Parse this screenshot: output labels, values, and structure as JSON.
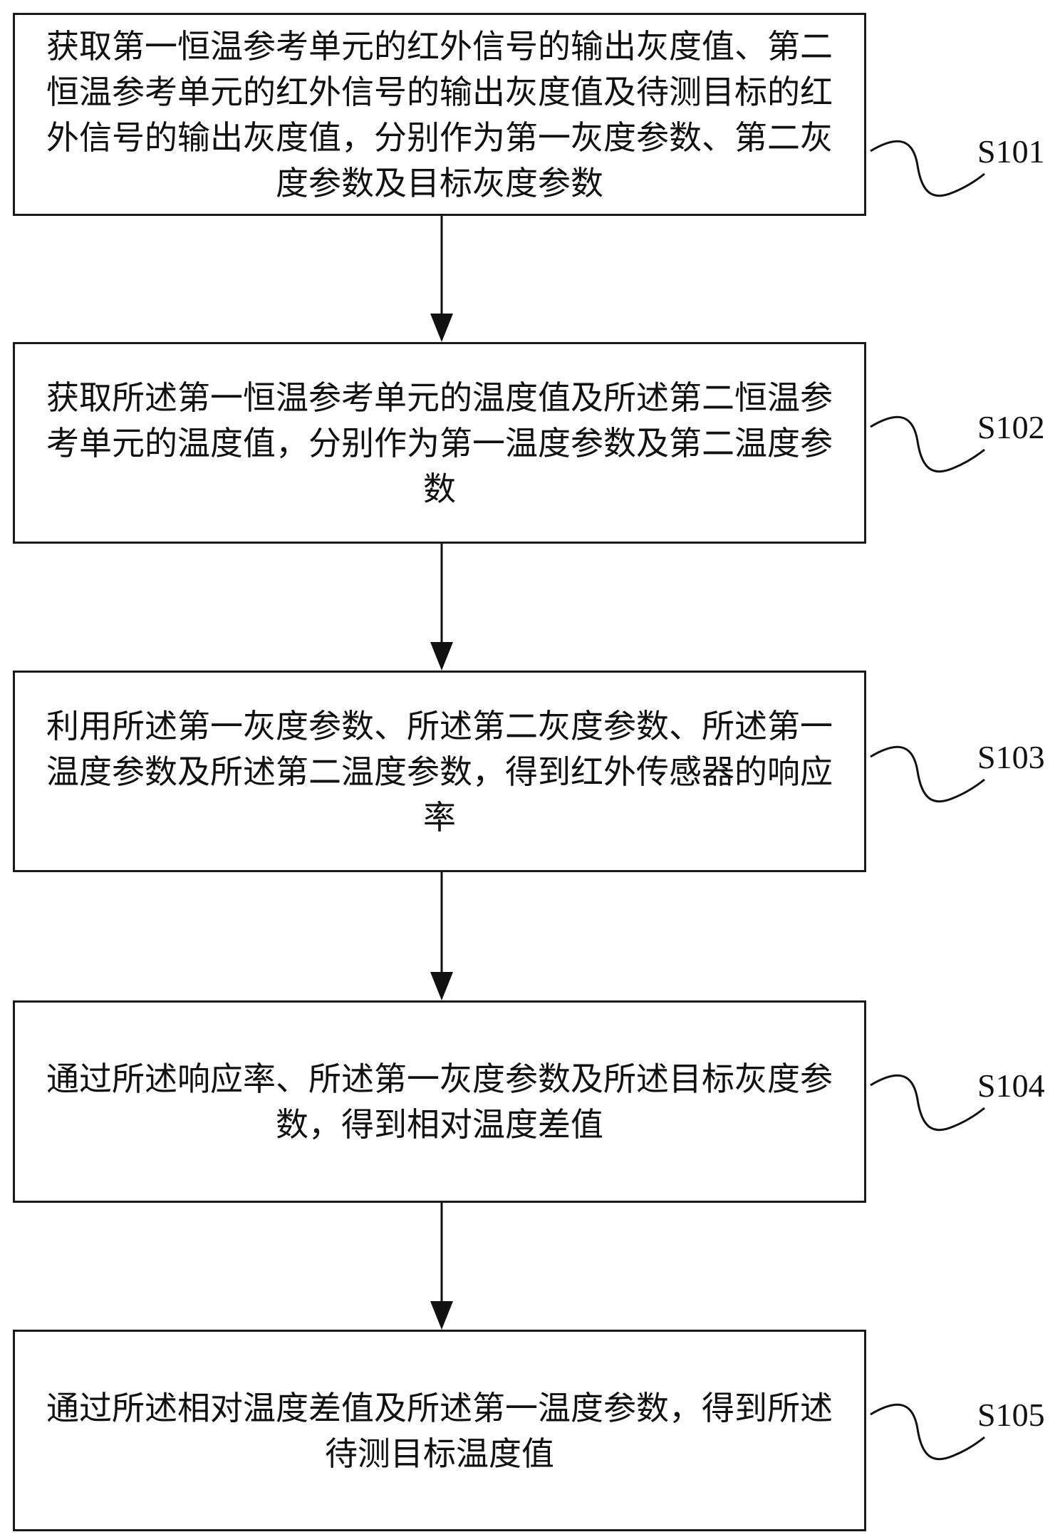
{
  "steps": [
    {
      "id": "S101",
      "text": "获取第一恒温参考单元的红外信号的输出灰度值、第二恒温参考单元的红外信号的输出灰度值及待测目标的红外信号的输出灰度值，分别作为第一灰度参数、第二灰度参数及目标灰度参数"
    },
    {
      "id": "S102",
      "text": "获取所述第一恒温参考单元的温度值及所述第二恒温参考单元的温度值，分别作为第一温度参数及第二温度参数"
    },
    {
      "id": "S103",
      "text": "利用所述第一灰度参数、所述第二灰度参数、所述第一温度参数及所述第二温度参数，得到红外传感器的响应率"
    },
    {
      "id": "S104",
      "text": "通过所述响应率、所述第一灰度参数及所述目标灰度参数，得到相对温度差值"
    },
    {
      "id": "S105",
      "text": "通过所述相对温度差值及所述第一温度参数，得到所述待测目标温度值"
    }
  ]
}
